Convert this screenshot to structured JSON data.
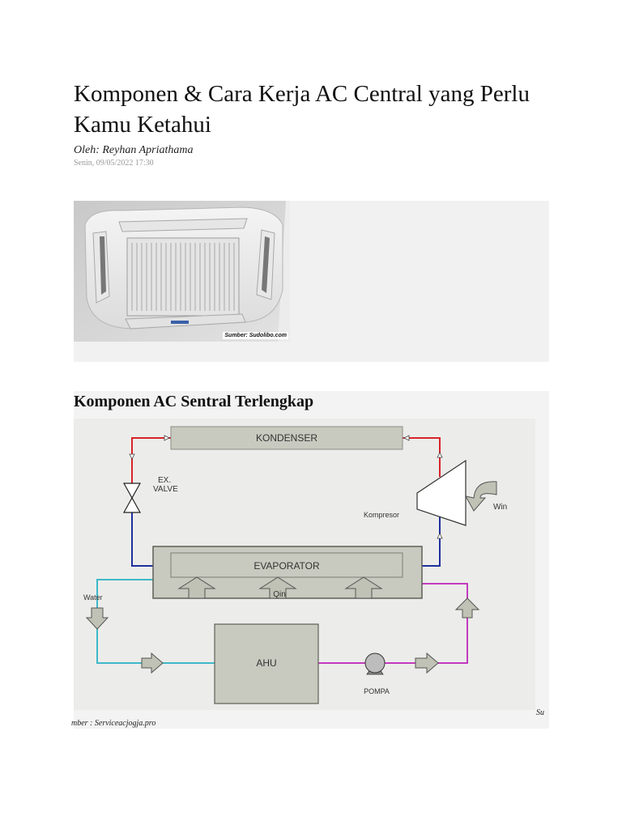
{
  "article": {
    "title": "Komponen & Cara Kerja AC Central yang Perlu Kamu Ketahui",
    "author": "Oleh: Reyhan Apriathama",
    "date": "Senin, 09/05/2022 17:30"
  },
  "figure1": {
    "credit": "Sumber: Sudolibo.com"
  },
  "figure2": {
    "heading": "Komponen AC Sentral Terlengkap",
    "labels": {
      "kondenser": "KONDENSER",
      "ex_valve_1": "EX.",
      "ex_valve_2": "VALVE",
      "kompresor": "Kompresor",
      "win": "Win",
      "evaporator": "EVAPORATOR",
      "qin": "Qin",
      "water": "Water",
      "ahu": "AHU",
      "pompa": "POMPA"
    },
    "credit_right": "Su",
    "credit_left": "mber : Serviceacjogja.pro"
  },
  "colors": {
    "hot_line": "#d8232a",
    "cold_line": "#1f2f9e",
    "water_line": "#3fb8c8",
    "return_line": "#c23bbf",
    "component_fill": "#c8cabf",
    "arrow_fill": "#bfc2b4"
  }
}
